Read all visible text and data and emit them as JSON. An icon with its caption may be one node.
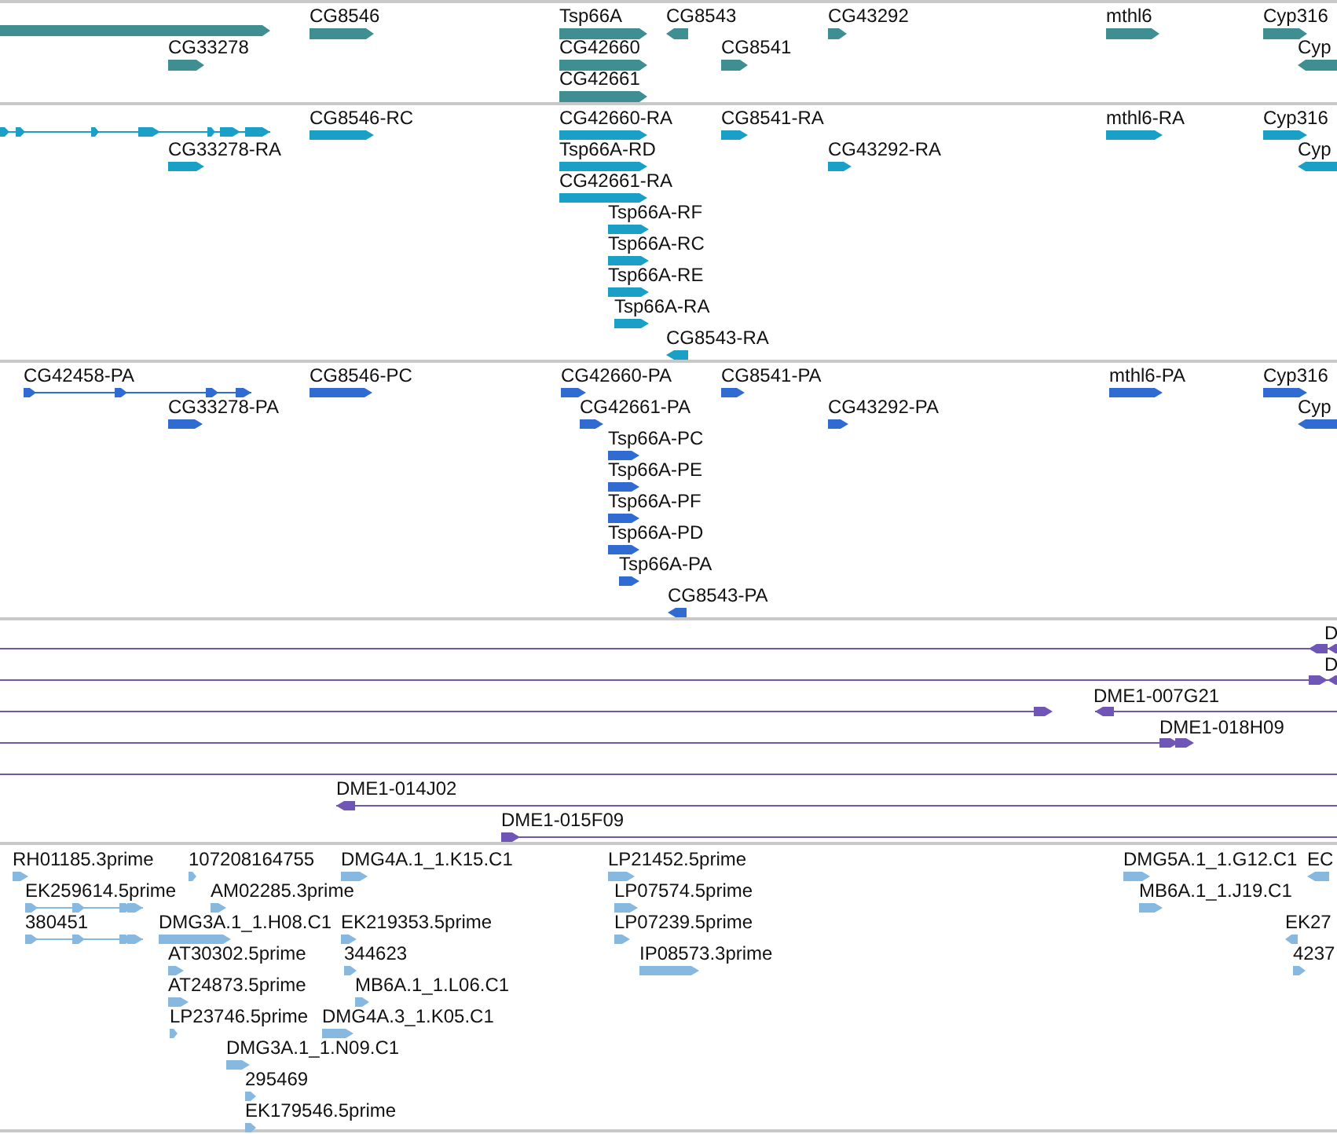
{
  "diagram": {
    "labels": [
      "CG8546",
      "Tsp66A",
      "CG8543",
      "CG43292",
      "mthl6",
      "Cyp316",
      "CG33278",
      "CG42660",
      "CG8541",
      "Cyp",
      "CG42661",
      "CG8546-RC",
      "CG42660-RA",
      "CG8541-RA",
      "mthl6-RA",
      "Cyp316",
      "CG33278-RA",
      "Tsp66A-RD",
      "CG43292-RA",
      "Cyp",
      "CG42661-RA",
      "Tsp66A-RF",
      "Tsp66A-RC",
      "Tsp66A-RE",
      "Tsp66A-RA",
      "CG8543-RA",
      "CG42458-PA",
      "CG8546-PC",
      "CG42660-PA",
      "CG8541-PA",
      "mthl6-PA",
      "Cyp316",
      "CG33278-PA",
      "CG42661-PA",
      "CG43292-PA",
      "Cyp",
      "Tsp66A-PC",
      "Tsp66A-PE",
      "Tsp66A-PF",
      "Tsp66A-PD",
      "Tsp66A-PA",
      "CG8543-PA",
      "D",
      "D",
      "DME1-007G21",
      "DME1-018H09",
      "DME1-014J02",
      "DME1-015F09",
      "RH01185.3prime",
      "107208164755",
      "DMG4A.1_1.K15.C1",
      "LP21452.5prime",
      "DMG5A.1_1.G12.C1",
      "EC",
      "EK259614.5prime",
      "AM02285.3prime",
      "LP07574.5prime",
      "MB6A.1_1.J19.C1",
      "380451",
      "DMG3A.1_1.H08.C1",
      "EK219353.5prime",
      "LP07239.5prime",
      "EK27",
      "AT30302.5prime",
      "344623",
      "IP08573.3prime",
      "4237",
      "AT24873.5prime",
      "MB6A.1_1.L06.C1",
      "LP23746.5prime",
      "DMG4A.3_1.K05.C1",
      "DMG3A.1_1.N09.C1",
      "295469",
      "EK179546.5prime"
    ]
  }
}
